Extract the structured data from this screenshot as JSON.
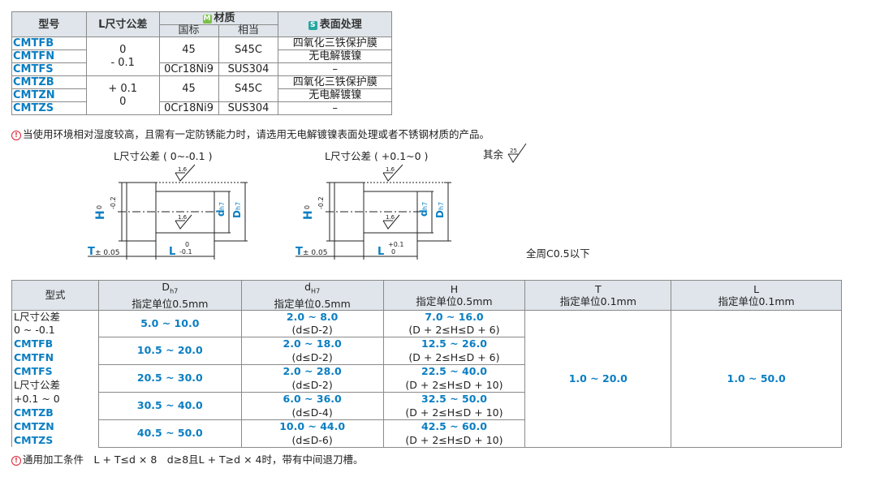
{
  "spec_table": {
    "headers": {
      "model": "型号",
      "ltol": "L尺寸公差",
      "material": "材质",
      "material_badge": "M",
      "std": "国标",
      "equiv": "相当",
      "surface": "表面处理",
      "surface_badge": "S"
    },
    "rows": [
      {
        "model": "CMTFB"
      },
      {
        "model": "CMTFN"
      },
      {
        "model": "CMTFS"
      },
      {
        "model": "CMTZB"
      },
      {
        "model": "CMTZN"
      },
      {
        "model": "CMTZS"
      }
    ],
    "tol_a1": "0",
    "tol_a2": "- 0.1",
    "tol_b1": "+ 0.1",
    "tol_b2": "0",
    "mat45": "45",
    "s45c": "S45C",
    "mat_ss": "0Cr18Ni9",
    "sus": "SUS304",
    "surf1": "四氧化三铁保护膜",
    "surf2": "无电解镀镍",
    "surf3": "–"
  },
  "note_top": "当使用环境相对湿度较高，且需有一定防锈能力时，请选用无电解镀镍表面处理或者不锈钢材质的产品。",
  "drawings": {
    "left_title": "L尺寸公差 ( 0~-0.1 )",
    "right_title": "L尺寸公差 ( +0.1~0 )",
    "rest": "其余",
    "rough_big": "25",
    "rough_small": "1.6",
    "H": "H",
    "H_tol_top": "0",
    "H_tol_bot": "-0.2",
    "d": "d",
    "d_sub": "h7",
    "D": "D",
    "D_sub": "h7",
    "T": "T",
    "T_tol": "± 0.05",
    "L": "L",
    "L_left_top": "0",
    "L_left_bot": "-0.1",
    "L_right_top": "+0.1",
    "L_right_bot": "0",
    "chamfer": "全周C0.5以下"
  },
  "dim_table": {
    "headers": {
      "type": "型式",
      "D": "D",
      "D_sub": "h7",
      "d": "d",
      "d_sub": "H7",
      "H": "H",
      "T": "T",
      "L": "L",
      "unit05": "指定单位0.5mm",
      "unit01": "指定单位0.1mm"
    },
    "model_col": [
      "L尺寸公差",
      "0 ~ -0.1",
      "CMTFB",
      "CMTFN",
      "CMTFS",
      "L尺寸公差",
      "+0.1 ~ 0",
      "CMTZB",
      "CMTZN",
      "CMTZS"
    ],
    "rows": [
      {
        "D": "5.0 ~ 10.0",
        "d": "2.0 ~ 8.0",
        "d_cond": "(d≤D-2)",
        "H": "7.0 ~ 16.0",
        "H_cond": "(D + 2≤H≤D + 6)"
      },
      {
        "D": "10.5 ~ 20.0",
        "d": "2.0 ~ 18.0",
        "d_cond": "(d≤D-2)",
        "H": "12.5 ~ 26.0",
        "H_cond": "(D + 2≤H≤D + 6)"
      },
      {
        "D": "20.5 ~ 30.0",
        "d": "2.0 ~ 28.0",
        "d_cond": "(d≤D-2)",
        "H": "22.5 ~ 40.0",
        "H_cond": "(D + 2≤H≤D + 10)"
      },
      {
        "D": "30.5 ~ 40.0",
        "d": "6.0 ~ 36.0",
        "d_cond": "(d≤D-4)",
        "H": "32.5 ~ 50.0",
        "H_cond": "(D + 2≤H≤D + 10)"
      },
      {
        "D": "40.5 ~ 50.0",
        "d": "10.0 ~ 44.0",
        "d_cond": "(d≤D-6)",
        "H": "42.5 ~ 60.0",
        "H_cond": "(D + 2≤H≤D + 10)"
      }
    ],
    "T_range": "1.0 ~ 20.0",
    "L_range": "1.0 ~ 50.0"
  },
  "note_bottom": "通用加工条件　L + T≤d × 8　d≥8且L + T≥d × 4时，带有中间退刀槽。",
  "colors": {
    "accent": "#0a7ec2",
    "header_bg": "#dfe5ea",
    "warn": "#dd2233"
  }
}
